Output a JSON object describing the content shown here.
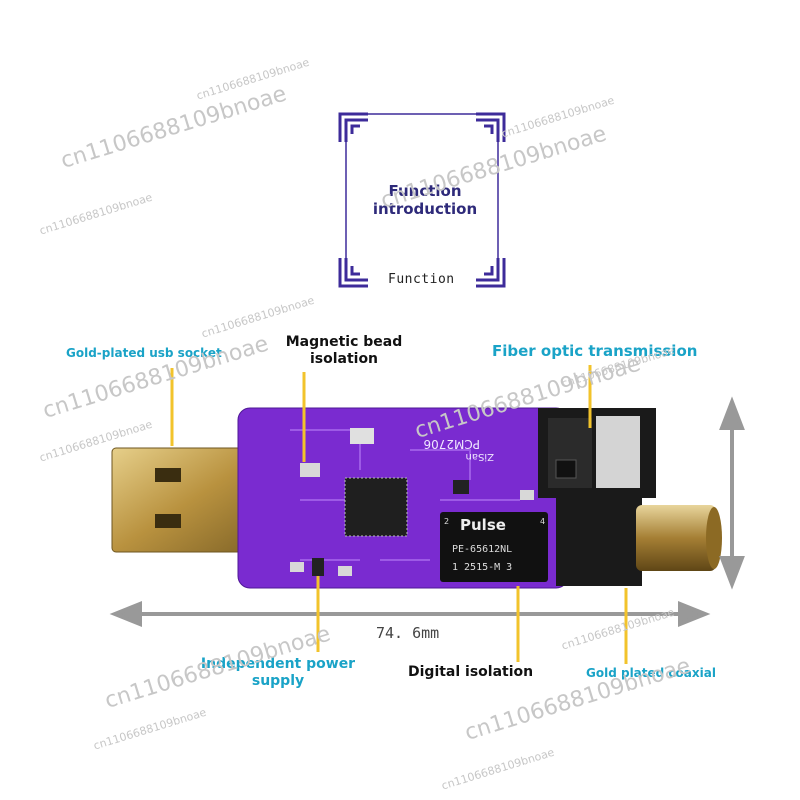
{
  "header": {
    "title_line1": "Function",
    "title_line2": "introduction",
    "subtitle": "Function"
  },
  "labels": {
    "usb_socket": "Gold-plated usb socket",
    "magnetic_line1": "Magnetic bead",
    "magnetic_line2": "isolation",
    "fiber": "Fiber optic transmission",
    "power_line1": "Independent power",
    "power_line2": "supply",
    "digital": "Digital isolation",
    "coaxial": "Gold plated coaxial"
  },
  "dimension": {
    "length": "74. 6mm"
  },
  "board": {
    "chip_text": "PCM2706",
    "brand_text": "ZiSan",
    "pulse_brand": "Pulse",
    "pulse_part": "PE-65612NL",
    "pulse_code": "1 2515-M 3",
    "pulse_pin_2": "2",
    "pulse_pin_4": "4"
  },
  "watermark": {
    "large": "cn1106688109bnoae",
    "small": "cn1106688109bnoae"
  },
  "colors": {
    "pcb": "#7a2bd0",
    "gold": "#c8a24a",
    "label_cyan": "#1aa3c7",
    "callout_line": "#f2c32b",
    "frame": "#3d2b9a"
  }
}
